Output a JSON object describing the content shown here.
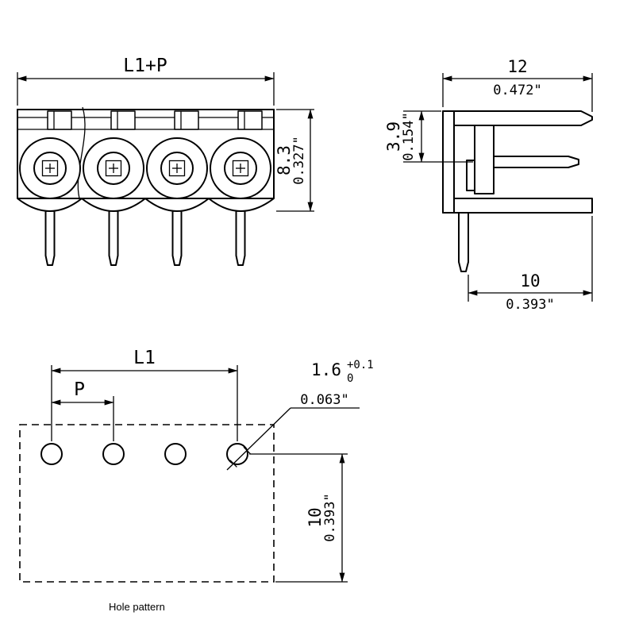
{
  "drawing": {
    "caption": "Hole pattern",
    "front": {
      "dim_length": "L1+P",
      "height_mm": "8.3",
      "height_in": "0.327\""
    },
    "side": {
      "width_mm": "12",
      "width_in": "0.472\"",
      "pin_mm": "3.9",
      "pin_in": "0.154\"",
      "depth_mm": "10",
      "depth_in": "0.393\""
    },
    "holes": {
      "l1": "L1",
      "p": "P",
      "dia_mm": "1.6",
      "tol_plus": "+0.1",
      "tol_zero": "0",
      "dia_in": "0.063\"",
      "row_mm": "10",
      "row_in": "0.393\""
    }
  }
}
